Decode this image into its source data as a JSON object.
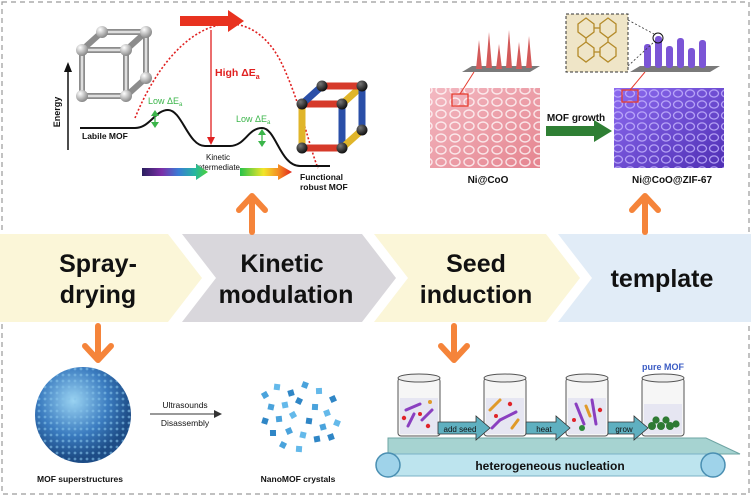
{
  "stages": {
    "s1": {
      "line1": "Spray-",
      "line2": "drying"
    },
    "s2": {
      "line1": "Kinetic",
      "line2": "modulation"
    },
    "s3": {
      "line1": "Seed",
      "line2": "induction"
    },
    "s4": {
      "line1": "template"
    }
  },
  "energy_diagram": {
    "y_label": "Energy",
    "labile_mof": "Labile MOF",
    "low_de_left": "Low ΔE",
    "low_de_right": "Low ΔE",
    "high_de": "High ΔE",
    "subscript": "a",
    "kinetic_line1": "Kinetic",
    "kinetic_line2": "intermediate",
    "functional_line1": "Functional",
    "functional_line2": "robust MOF"
  },
  "template_panel": {
    "left_label": "Ni@CoO",
    "right_label": "Ni@CoO@ZIF-67",
    "arrow_label": "MOF growth"
  },
  "spray_panel": {
    "left_label": "MOF superstructures",
    "arrow_top": "Ultrasounds",
    "arrow_bottom": "Disassembly",
    "right_label": "NanoMOF crystals"
  },
  "seed_panel": {
    "pure_mof": "pure MOF",
    "step1": "add seed",
    "step2": "heat",
    "step3": "grow",
    "belt_label": "heterogeneous nucleation"
  },
  "colors": {
    "chevron_yellow": "#fbf6d8",
    "chevron_gray": "#d9d7dc",
    "chevron_blue": "#e1ecf7",
    "orange_arrow": "#f5843a",
    "red_arrow": "#e8321f",
    "green": "#3bb54a",
    "purple": "#7a4fc4"
  }
}
